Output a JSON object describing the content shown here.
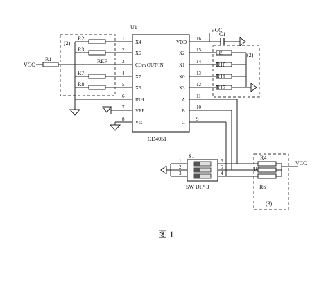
{
  "ic": {
    "ref": "U1",
    "part": "CD4051",
    "left_pins": [
      {
        "num": "1",
        "name": "X4"
      },
      {
        "num": "2",
        "name": "X6"
      },
      {
        "num": "3",
        "name": "COm OUT/IN"
      },
      {
        "num": "4",
        "name": "X7"
      },
      {
        "num": "5",
        "name": "X5"
      },
      {
        "num": "6",
        "name": "INH"
      },
      {
        "num": "7",
        "name": "VEE"
      },
      {
        "num": "8",
        "name": "Vss"
      }
    ],
    "right_pins": [
      {
        "num": "16",
        "name": "VDD"
      },
      {
        "num": "15",
        "name": "X2"
      },
      {
        "num": "14",
        "name": "X1"
      },
      {
        "num": "13",
        "name": "X0"
      },
      {
        "num": "12",
        "name": "X3"
      },
      {
        "num": "11",
        "name": "A"
      },
      {
        "num": "10",
        "name": "B"
      },
      {
        "num": "9",
        "name": "C"
      }
    ]
  },
  "left_group": {
    "note": "(2)",
    "resistors": [
      "R2",
      "R3",
      "R7",
      "R8"
    ],
    "r1": "R1",
    "vcc": "VCC",
    "ref": "REF"
  },
  "right_group": {
    "note": "(2)",
    "resistors": [
      "R9",
      "R10",
      "R11",
      "R12"
    ],
    "vcc": "VCC",
    "cap": "C1"
  },
  "switch": {
    "ref": "S1",
    "part": "SW DIP-3",
    "left_pins": [
      "1",
      "2",
      "3"
    ],
    "right_pins": [
      "6",
      "5",
      "4"
    ]
  },
  "pullups": {
    "r4": "R4",
    "r5": "R5",
    "r6": "R6",
    "vcc": "VCC",
    "note": "(3)"
  },
  "caption": "图 1"
}
